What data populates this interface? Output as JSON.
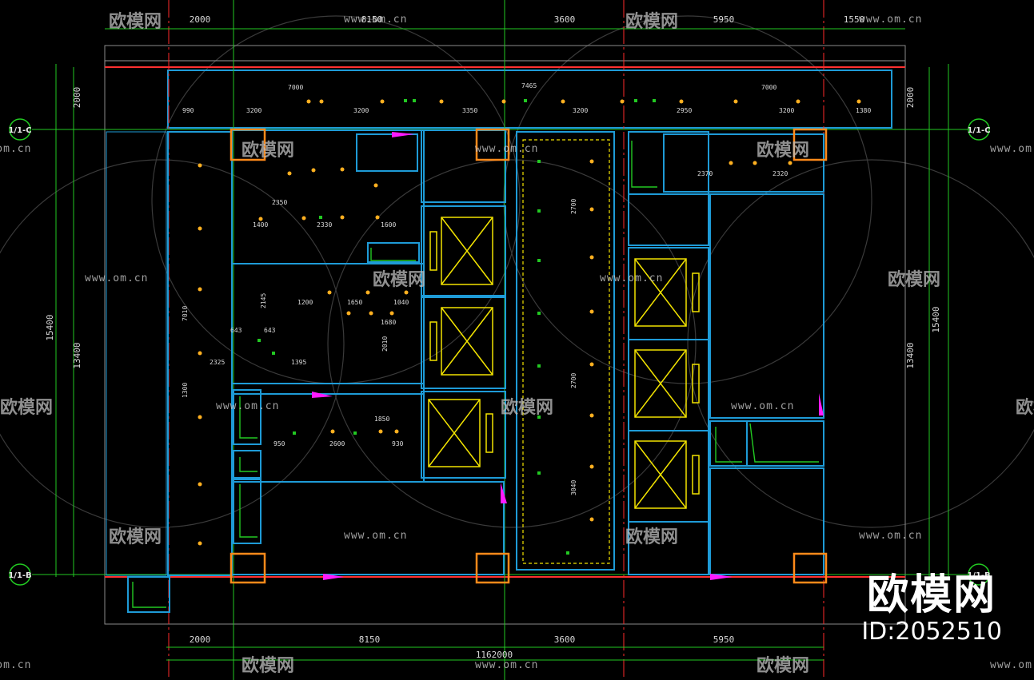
{
  "drawing": {
    "top_dims": [
      "2000",
      "8150",
      "3600",
      "5950",
      "1550"
    ],
    "bottom_dims": [
      "2000",
      "8150",
      "3600",
      "5950"
    ],
    "bottom_total": "1162000",
    "left_dims": [
      "2000",
      "15400",
      "13400"
    ],
    "right_dims": [
      "2000",
      "15400",
      "13400"
    ],
    "axes": {
      "left_top": "1/1-C",
      "left_bottom": "1/1-B",
      "right_top": "1/1-C",
      "right_bottom": "1/1-B"
    },
    "inner_top_dims": [
      "7000",
      "7465",
      "7000",
      "990",
      "3200",
      "3200",
      "3350",
      "3200",
      "2950",
      "3200",
      "1380"
    ],
    "inner_dims": [
      "2350",
      "1400",
      "2330",
      "1600",
      "1200",
      "1650",
      "1040",
      "1680",
      "643",
      "643",
      "1395",
      "2325",
      "1850",
      "2600",
      "950",
      "930",
      "2370",
      "2320",
      "7010",
      "1300",
      "2700",
      "2700",
      "3040",
      "2010",
      "2145"
    ]
  },
  "watermark": {
    "brand": "欧模网",
    "url": "www.om.cn"
  },
  "badge": {
    "brand": "欧模网",
    "id": "ID:2052510"
  },
  "colors": {
    "bg": "#000000",
    "wall": "#1e9bd7",
    "red": "#ff2a2a",
    "green": "#22c922",
    "yellow": "#f2e300",
    "orange": "#ff8a1a",
    "magenta": "#ff1aff",
    "white": "#e6e6e6"
  }
}
